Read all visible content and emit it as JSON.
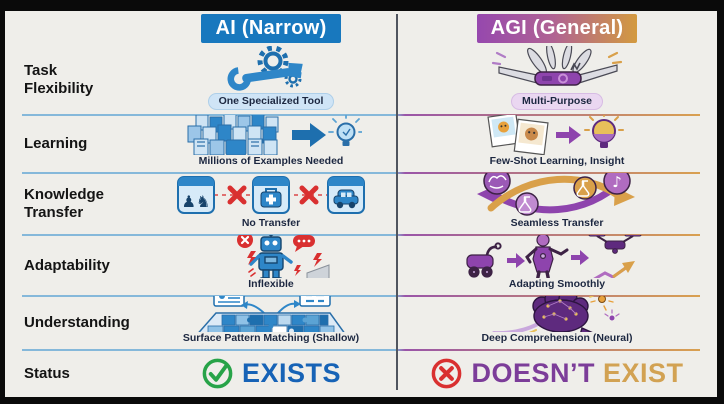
{
  "header": {
    "left": {
      "label": "AI (Narrow)",
      "bg": "#1878be"
    },
    "right": {
      "label": "AGI (General)",
      "bg_from": "#9648ae",
      "bg_to": "#d39a3f"
    }
  },
  "rows": [
    {
      "label": "Task\nFlexibility",
      "left": {
        "caption": "One Specialized Tool",
        "icon": "wrench-gear-icon"
      },
      "right": {
        "caption": "Multi-Purpose",
        "icon": "swiss-army-knife-icon"
      }
    },
    {
      "label": "Learning",
      "left": {
        "caption": "Millions of Examples Needed",
        "icon": "document-pile-arrow-bulb-icon"
      },
      "right": {
        "caption": "Few-Shot Learning, Insight",
        "icon": "photos-arrow-bulb-icon"
      }
    },
    {
      "label": "Knowledge\nTransfer",
      "left": {
        "caption": "No Transfer",
        "icon": "blocked-domain-tiles-icon"
      },
      "right": {
        "caption": "Seamless Transfer",
        "icon": "crossing-transfer-arrows-icon"
      }
    },
    {
      "label": "Adaptability",
      "left": {
        "caption": "Inflexible",
        "icon": "confused-robot-icon"
      },
      "right": {
        "caption": "Adapting Smoothly",
        "icon": "robot-evolution-drone-icon"
      }
    },
    {
      "label": "Understanding",
      "left": {
        "caption": "Surface Pattern Matching (Shallow)",
        "icon": "puzzle-pattern-icon"
      },
      "right": {
        "caption": "Deep Comprehension (Neural)",
        "icon": "neural-brain-icon"
      }
    }
  ],
  "status": {
    "label": "Status",
    "left": {
      "text": "EXISTS",
      "color": "#1763b6",
      "icon": "check-circle-icon",
      "icon_color": "#27a348"
    },
    "right": {
      "word1": "DOESN’T",
      "word1_color": "#7c3d99",
      "word2": "EXIST",
      "word2_color": "#d2a253",
      "icon": "x-circle-icon",
      "icon_color": "#d93030"
    }
  },
  "colors": {
    "content_bg": "#efeeea",
    "separator_left": "#85b8da",
    "separator_right_from": "#9a55a8",
    "separator_right_to": "#d9a050",
    "column_divider": "#50555f",
    "narrow_accent": "#2e86c8",
    "general_accent": "#8e44ad"
  }
}
